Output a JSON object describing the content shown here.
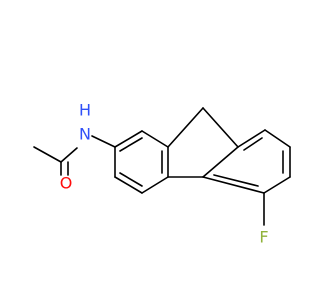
{
  "molecule": {
    "atoms": {
      "nitrogen_label": "N",
      "hydrogen_label": "H",
      "oxygen_label": "O",
      "fluorine_label": "F"
    },
    "colors": {
      "nitrogen": "#3050F8",
      "oxygen": "#FF0D0D",
      "fluorine": "#8FB23A",
      "carbon_bond": "#000000"
    }
  }
}
